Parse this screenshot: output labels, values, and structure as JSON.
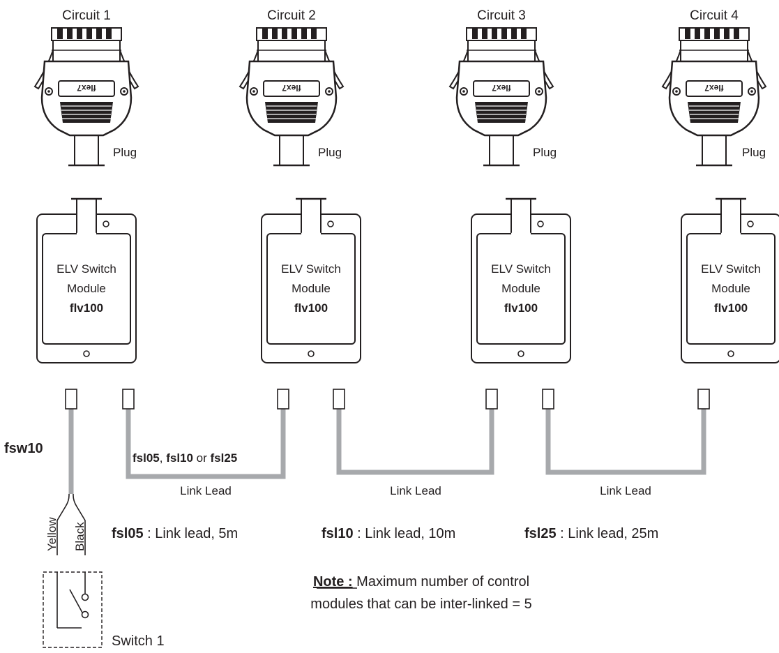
{
  "circuits": [
    {
      "title": "Circuit 1",
      "plug_label": "Plug",
      "brand": "flex7",
      "module_line1": "ELV Switch",
      "module_line2": "Module",
      "module_model": "flv100"
    },
    {
      "title": "Circuit 2",
      "plug_label": "Plug",
      "brand": "flex7",
      "module_line1": "ELV Switch",
      "module_line2": "Module",
      "module_model": "flv100"
    },
    {
      "title": "Circuit 3",
      "plug_label": "Plug",
      "brand": "flex7",
      "module_line1": "ELV Switch",
      "module_line2": "Module",
      "module_model": "flv100"
    },
    {
      "title": "Circuit 4",
      "plug_label": "Plug",
      "brand": "flex7",
      "module_line1": "ELV Switch",
      "module_line2": "Module",
      "module_model": "flv100"
    }
  ],
  "switch_lead": {
    "code": "fsw10",
    "wire_yellow": "Yellow",
    "wire_black": "Black",
    "switch_label": "Switch 1"
  },
  "link_leads": {
    "label": "Link Lead",
    "options": {
      "a": "fsl05",
      "sep1": ", ",
      "b": "fsl10",
      "sep2": " or ",
      "c": "fsl25"
    }
  },
  "legend": [
    {
      "code": "fsl05",
      "text": " : Link lead, 5m"
    },
    {
      "code": "fsl10",
      "text": " : Link lead, 10m"
    },
    {
      "code": "fsl25",
      "text": " : Link lead, 25m"
    }
  ],
  "note": {
    "label": "Note :",
    "line1": " Maximum number of control",
    "line2": "modules that can be inter-linked = 5"
  },
  "colors": {
    "ink": "#231f20",
    "cable": "#a7a9ac",
    "background": "#ffffff"
  }
}
